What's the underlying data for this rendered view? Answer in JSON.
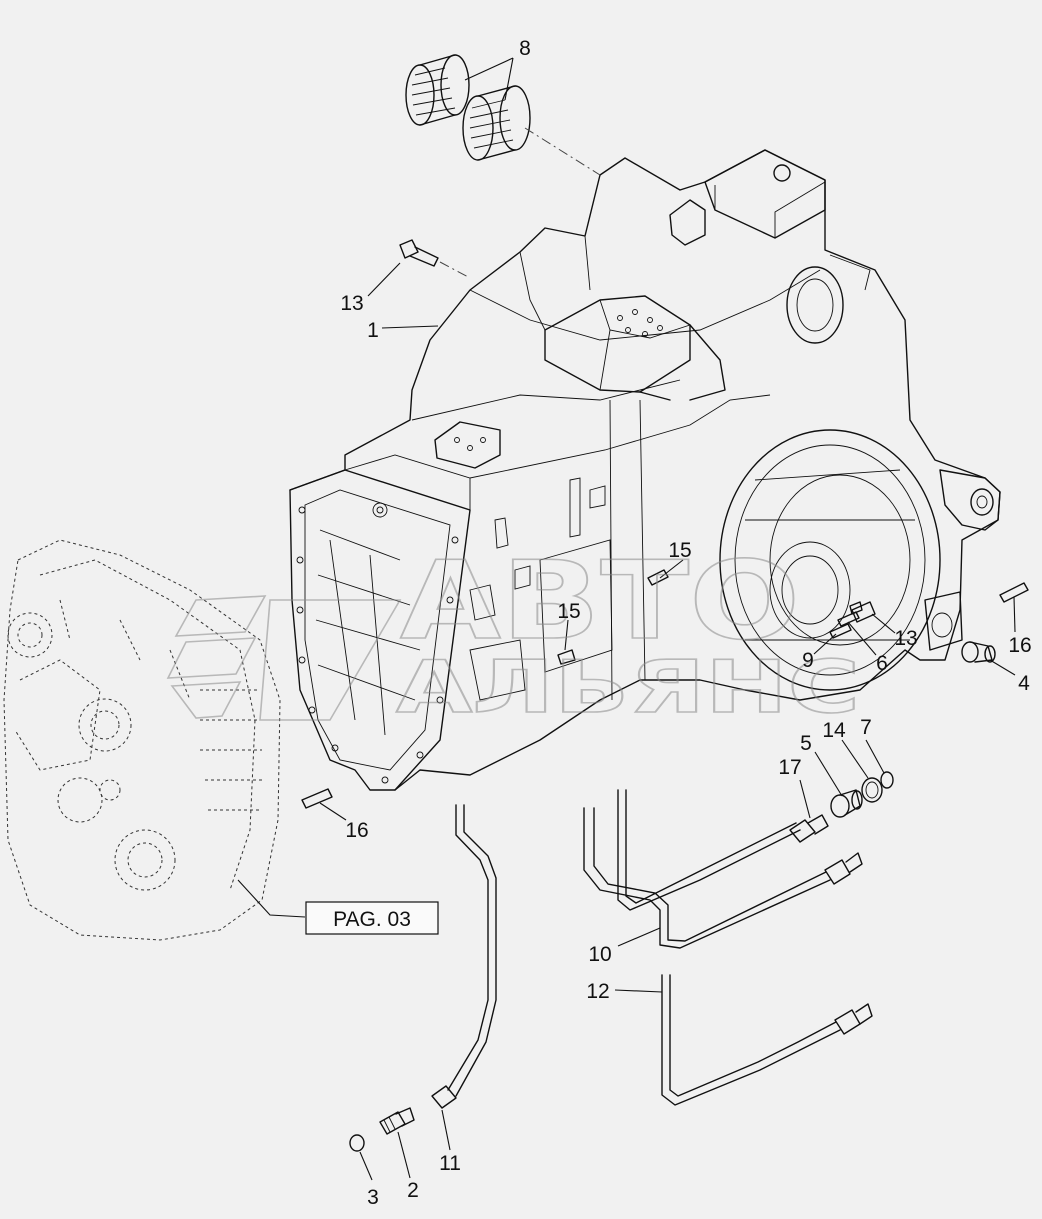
{
  "callouts": {
    "c1": "1",
    "c2": "2",
    "c3": "3",
    "c4": "4",
    "c5": "5",
    "c6": "6",
    "c7": "7",
    "c8": "8",
    "c9": "9",
    "c10": "10",
    "c11": "11",
    "c12": "12",
    "c13a": "13",
    "c13b": "13",
    "c14": "14",
    "c15a": "15",
    "c15b": "15",
    "c16a": "16",
    "c16b": "16",
    "c17": "17"
  },
  "reference": {
    "label": "PAG. 03"
  },
  "watermark": {
    "line1": "АВТО",
    "line2": "АЛЬЯНС"
  }
}
